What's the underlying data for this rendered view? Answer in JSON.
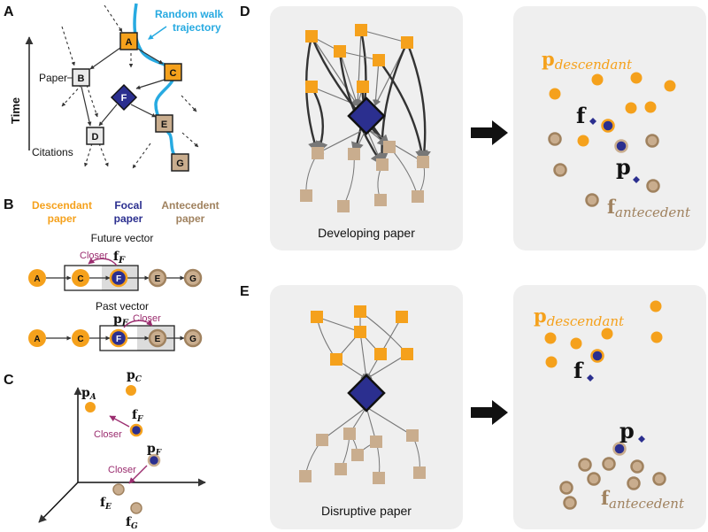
{
  "panels": {
    "a": "A",
    "b": "B",
    "c": "C",
    "d": "D",
    "e": "E"
  },
  "panel_a": {
    "axis_label": "Time",
    "label_paper": "Paper",
    "label_citations": "Citations",
    "random_walk_line1": "Random walk",
    "random_walk_line2": "trajectory",
    "nodes": {
      "a": "A",
      "b": "B",
      "c": "C",
      "d": "D",
      "e": "E",
      "f": "F",
      "g": "G"
    }
  },
  "panel_b": {
    "legend_descendant_1": "Descendant",
    "legend_descendant_2": "paper",
    "legend_focal_1": "Focal",
    "legend_focal_2": "paper",
    "legend_antecedent_1": "Antecedent",
    "legend_antecedent_2": "paper",
    "future_title": "Future vector",
    "past_title": "Past vector",
    "closer": "Closer",
    "f_sym": "f",
    "p_sym": "p",
    "sub_F": "F",
    "nodes": [
      "A",
      "C",
      "F",
      "E",
      "G"
    ]
  },
  "panel_c": {
    "closer": "Closer",
    "p": "p",
    "f": "f",
    "sub_A": "A",
    "sub_C": "C",
    "sub_F": "F",
    "sub_E": "E",
    "sub_G": "G"
  },
  "panel_d": {
    "caption": "Developing paper"
  },
  "panel_e": {
    "caption": "Disruptive paper"
  },
  "embedding": {
    "p_sym": "p",
    "f_sym": "f",
    "descendant": "descendant",
    "antecedent": "antecedent"
  },
  "colors": {
    "descendant": "#f5a11c",
    "focal": "#2b2f8f",
    "antecedent": "#c9ad8e",
    "antecedent_text": "#a0825f",
    "random_walk": "#27aae1",
    "closer": "#9b2d6f",
    "panel_bg": "#efefef"
  }
}
